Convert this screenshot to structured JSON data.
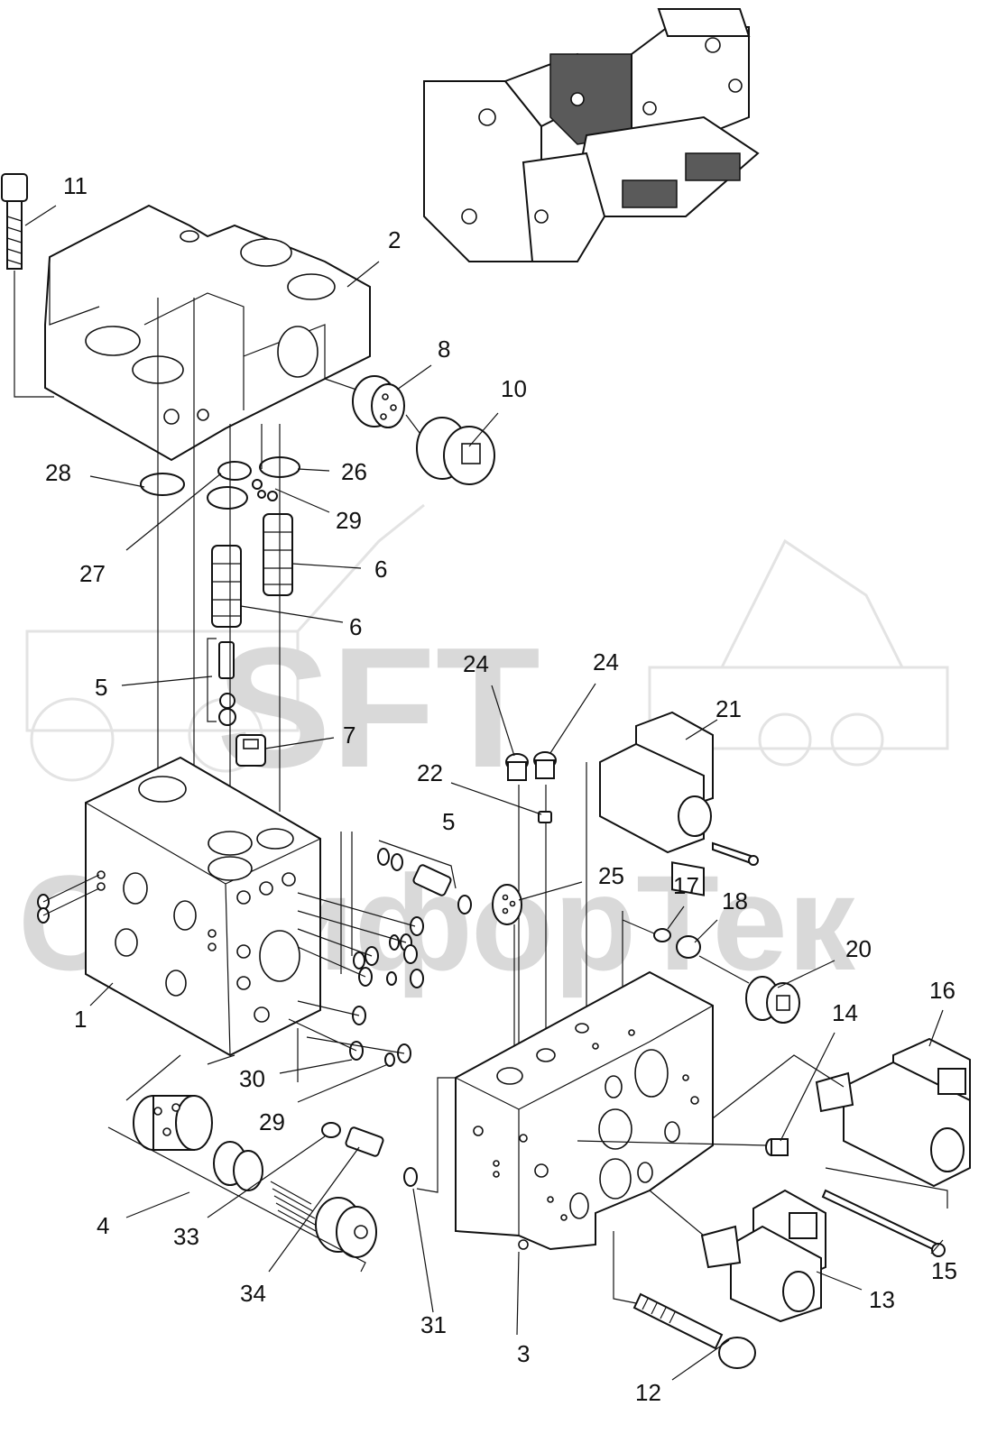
{
  "watermark": {
    "line1": "SFT",
    "line2": "СклифорТек"
  },
  "callouts": [
    {
      "id": "c11",
      "text": "11"
    },
    {
      "id": "c2",
      "text": "2"
    },
    {
      "id": "c8",
      "text": "8"
    },
    {
      "id": "c10",
      "text": "10"
    },
    {
      "id": "c28",
      "text": "28"
    },
    {
      "id": "c26",
      "text": "26"
    },
    {
      "id": "c29a",
      "text": "29"
    },
    {
      "id": "c27",
      "text": "27"
    },
    {
      "id": "c6a",
      "text": "6"
    },
    {
      "id": "c6b",
      "text": "6"
    },
    {
      "id": "c5a",
      "text": "5"
    },
    {
      "id": "c7",
      "text": "7"
    },
    {
      "id": "c24a",
      "text": "24"
    },
    {
      "id": "c24b",
      "text": "24"
    },
    {
      "id": "c21",
      "text": "21"
    },
    {
      "id": "c22",
      "text": "22"
    },
    {
      "id": "c5b",
      "text": "5"
    },
    {
      "id": "c25",
      "text": "25"
    },
    {
      "id": "c17",
      "text": "17"
    },
    {
      "id": "c18",
      "text": "18"
    },
    {
      "id": "c20",
      "text": "20"
    },
    {
      "id": "c1",
      "text": "1"
    },
    {
      "id": "c14",
      "text": "14"
    },
    {
      "id": "c16",
      "text": "16"
    },
    {
      "id": "c30",
      "text": "30"
    },
    {
      "id": "c29b",
      "text": "29"
    },
    {
      "id": "c4",
      "text": "4"
    },
    {
      "id": "c33",
      "text": "33"
    },
    {
      "id": "c34",
      "text": "34"
    },
    {
      "id": "c31",
      "text": "31"
    },
    {
      "id": "c3",
      "text": "3"
    },
    {
      "id": "c12",
      "text": "12"
    },
    {
      "id": "c13",
      "text": "13"
    },
    {
      "id": "c15",
      "text": "15"
    }
  ]
}
